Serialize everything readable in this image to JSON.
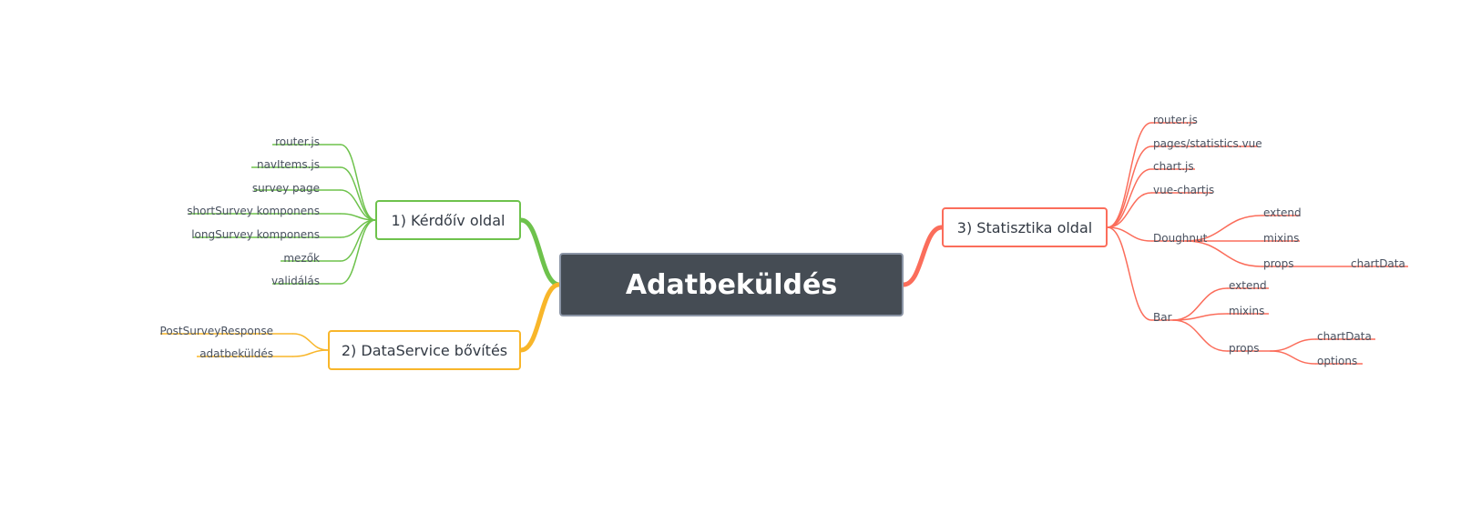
{
  "colors": {
    "central_fill": "#454c54",
    "branch_1": "#6ec24c",
    "branch_2": "#f8b62a",
    "branch_3": "#fb6d5b"
  },
  "mindmap": {
    "central": "Adatbeküldés",
    "branches": [
      {
        "label": "1) Kérdőív oldal",
        "children": [
          "router.js",
          "navItems.js",
          "survey page",
          "shortSurvey komponens",
          "longSurvey komponens",
          "mezők",
          "validálás"
        ]
      },
      {
        "label": "2) DataService bővítés",
        "children": [
          "PostSurveyResponse",
          "adatbeküldés"
        ]
      },
      {
        "label": "3) Statisztika oldal",
        "children": [
          {
            "label": "router.js"
          },
          {
            "label": "pages/statistics.vue"
          },
          {
            "label": "chart.js"
          },
          {
            "label": "vue-chartjs"
          },
          {
            "label": "Doughnut",
            "children": [
              {
                "label": "extend"
              },
              {
                "label": "mixins"
              },
              {
                "label": "props",
                "children": [
                  {
                    "label": "chartData"
                  }
                ]
              }
            ]
          },
          {
            "label": "Bar",
            "children": [
              {
                "label": "extend"
              },
              {
                "label": "mixins"
              },
              {
                "label": "props",
                "children": [
                  {
                    "label": "chartData"
                  },
                  {
                    "label": "options"
                  }
                ]
              }
            ]
          }
        ]
      }
    ]
  }
}
